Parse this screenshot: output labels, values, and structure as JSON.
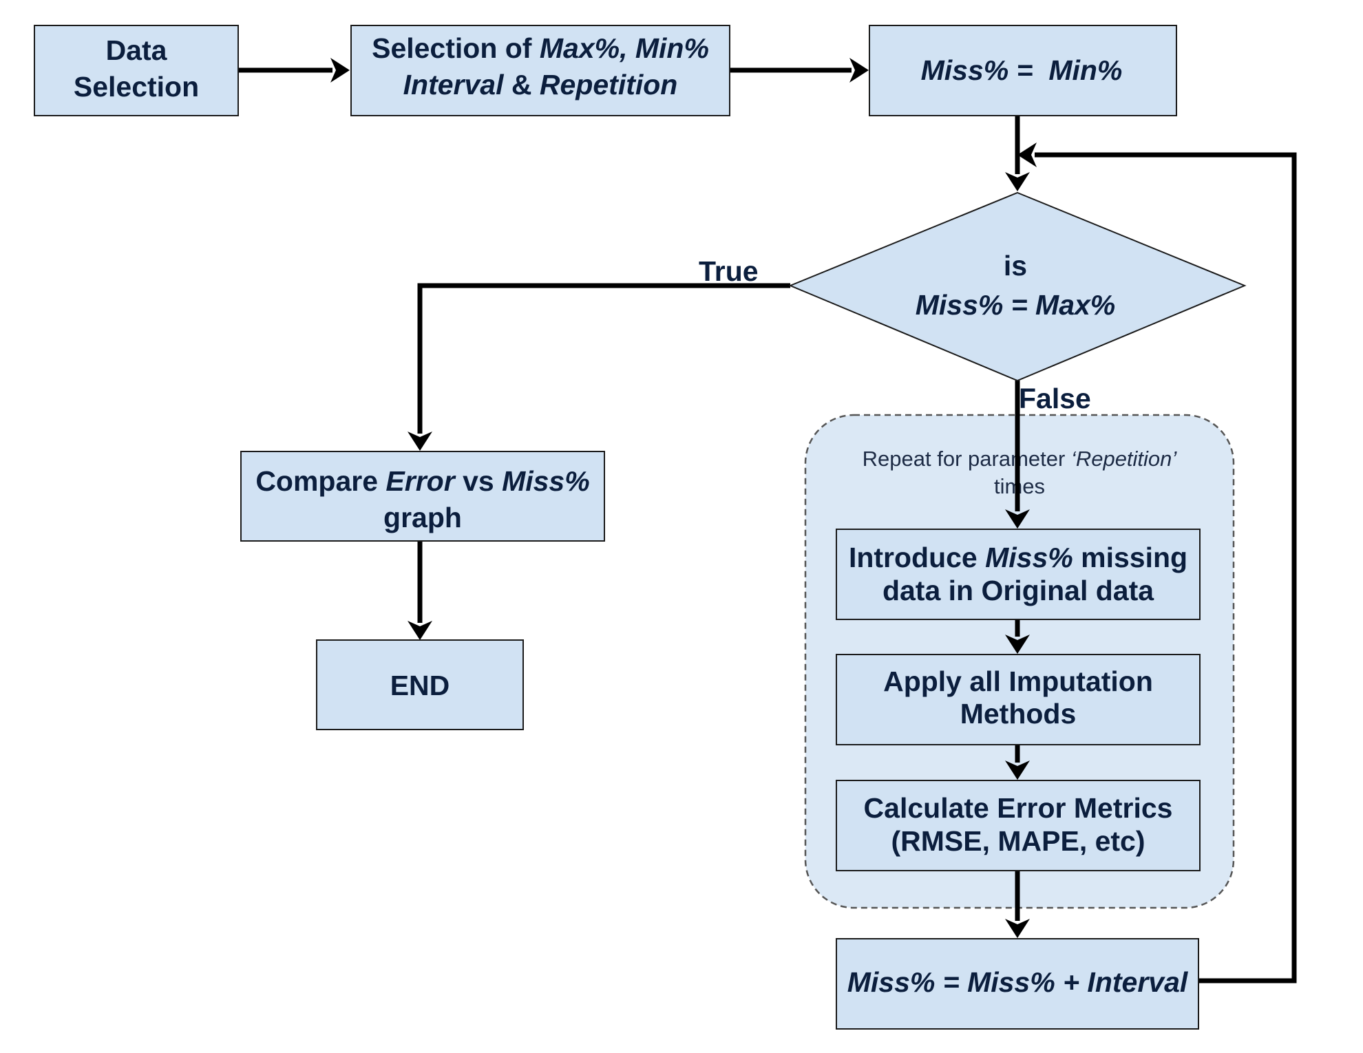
{
  "diagram": {
    "nodes": {
      "data_selection": {
        "line1": "Data",
        "line2": "Selection"
      },
      "selection_params": {
        "line1_prefix": "Selection of ",
        "line1_italic": "Max%, Min%",
        "line2_italic_a": "Interval",
        "line2_mid": " & ",
        "line2_italic_b": "Repetition"
      },
      "init_miss": {
        "text": "Miss% =  Min%"
      },
      "decision": {
        "line1": "is",
        "line2": "Miss% = Max%"
      },
      "compare": {
        "line1_prefix": "Compare ",
        "line1_italic_a": "Error",
        "line1_mid": " vs ",
        "line1_italic_b": "Miss%",
        "line2": "graph"
      },
      "end": {
        "text": "END"
      },
      "introduce": {
        "line1_prefix": "Introduce ",
        "line1_italic": "Miss%",
        "line1_suffix": " missing",
        "line2": "data in Original data"
      },
      "apply": {
        "line1": "Apply all Imputation",
        "line2": "Methods"
      },
      "calculate": {
        "line1": "Calculate Error Metrics",
        "line2": "(RMSE, MAPE, etc)"
      },
      "increment": {
        "italic_a": "Miss%",
        "mid1": " = ",
        "italic_b": "Miss%",
        "mid2": " + ",
        "italic_c": "Interval"
      }
    },
    "group": {
      "line1_prefix": "Repeat for parameter ",
      "line1_italic": "‘Repetition’",
      "line2": "times"
    },
    "edge_labels": {
      "true_label": "True",
      "false_label": "False"
    },
    "colors": {
      "node_fill": "#d1e2f3",
      "group_fill": "#dbe8f5",
      "text": "#0b1e3d",
      "edge": "#000000"
    }
  }
}
